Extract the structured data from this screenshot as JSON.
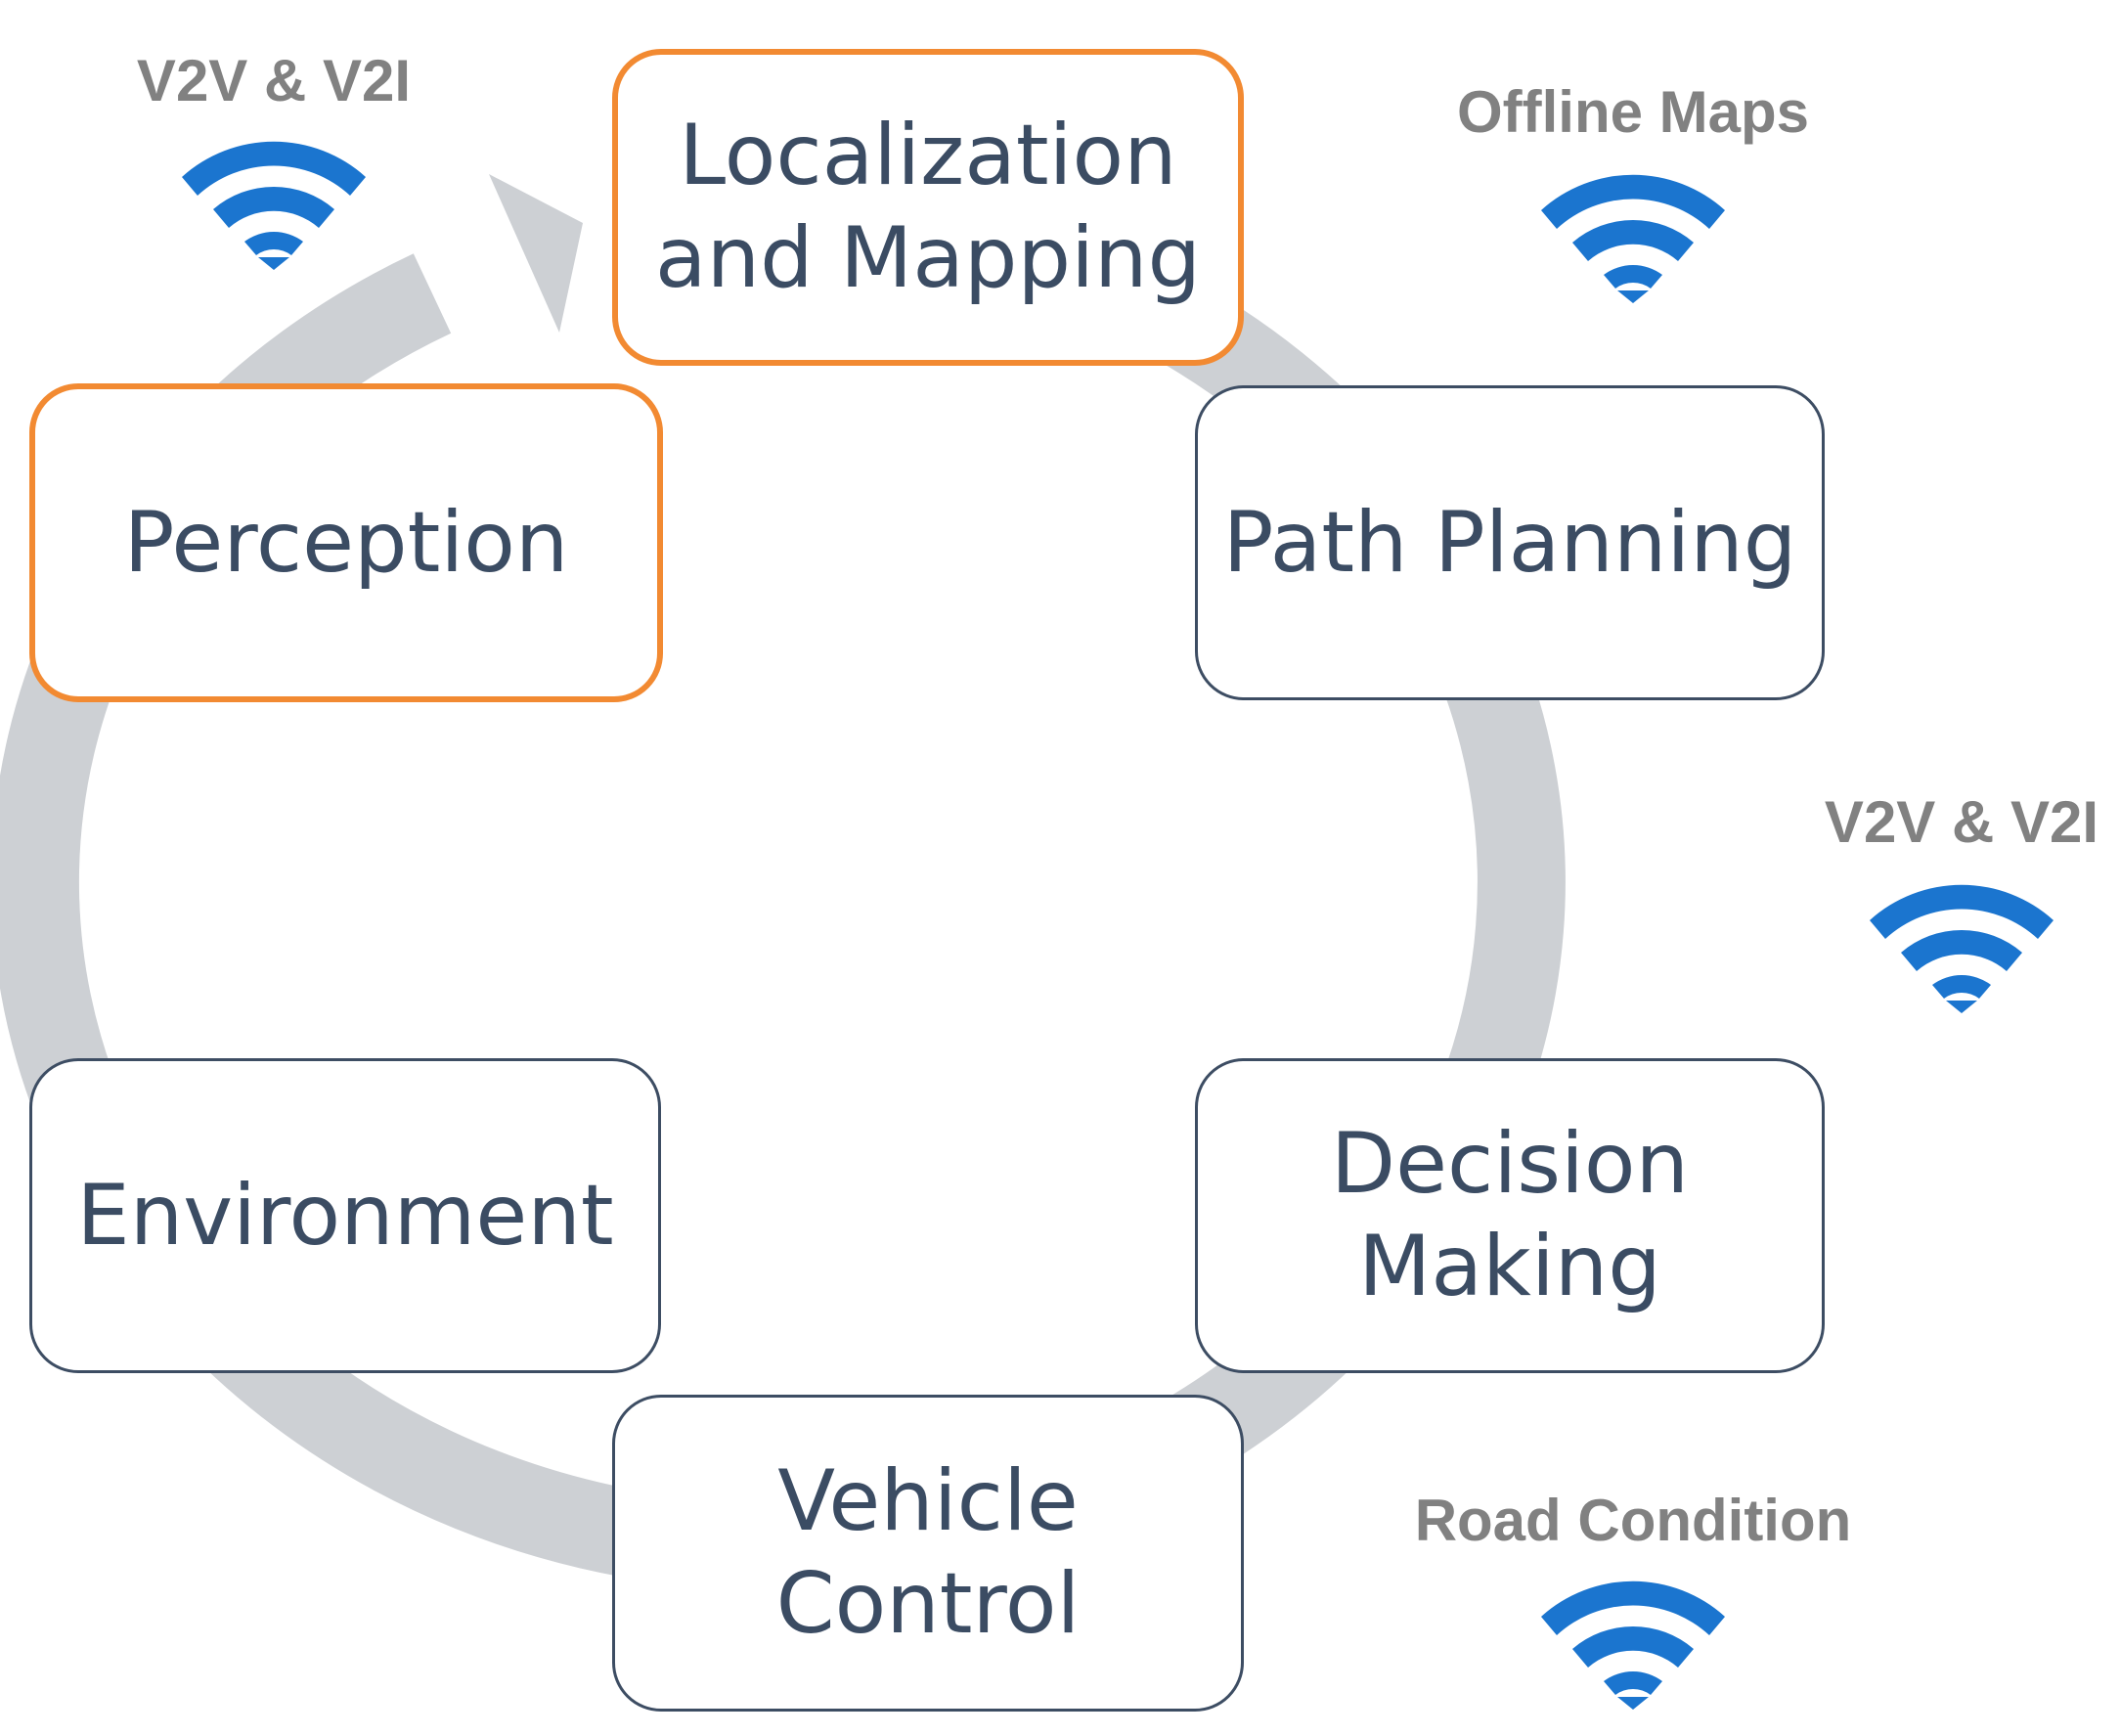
{
  "colors": {
    "ring": "#cdd0d4",
    "box_border": "#3d4d63",
    "box_text": "#3b4c63",
    "highlight_border": "#f28a32",
    "signal_label": "#818181",
    "wifi": "#1b75cf"
  },
  "nodes": {
    "localization": {
      "line1": "Localization",
      "line2": "and Mapping"
    },
    "path_planning": {
      "label": "Path Planning"
    },
    "decision_making": {
      "line1": "Decision",
      "line2": "Making"
    },
    "vehicle_control": {
      "line1": "Vehicle",
      "line2": "Control"
    },
    "environment": {
      "label": "Environment"
    },
    "perception": {
      "label": "Perception"
    }
  },
  "signals": {
    "v2v_top_left": {
      "label": "V2V & V2I",
      "icon": "wifi-icon"
    },
    "offline_maps": {
      "label": "Offline Maps",
      "icon": "wifi-icon"
    },
    "v2v_right": {
      "label": "V2V & V2I",
      "icon": "wifi-icon"
    },
    "road_condition": {
      "label": "Road Condition",
      "icon": "wifi-icon"
    }
  }
}
